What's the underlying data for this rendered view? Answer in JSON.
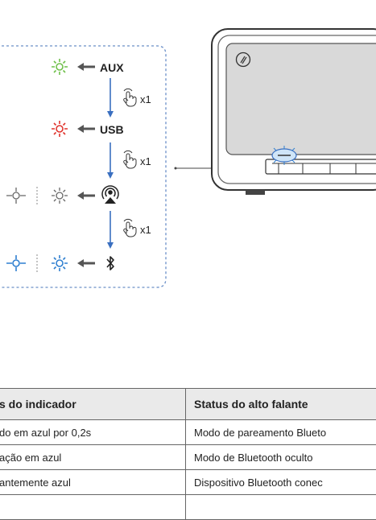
{
  "diagram": {
    "modes": {
      "aux": "AUX",
      "usb": "USB"
    },
    "press_count": "x1",
    "colors": {
      "green": "#6fc04a",
      "red": "#e0332c",
      "blue": "#2f7fd0",
      "dash": "#6a8fc8",
      "arrow": "#555555"
    }
  },
  "table": {
    "headers": [
      "s do indicador",
      "Status do alto falante"
    ],
    "rows": [
      [
        "do em azul por 0,2s",
        "Modo de pareamento Blueto"
      ],
      [
        "ação em azul",
        "Modo de Bluetooth oculto"
      ],
      [
        "antemente azul",
        "Dispositivo Bluetooth conec"
      ],
      [
        "",
        ""
      ]
    ]
  }
}
